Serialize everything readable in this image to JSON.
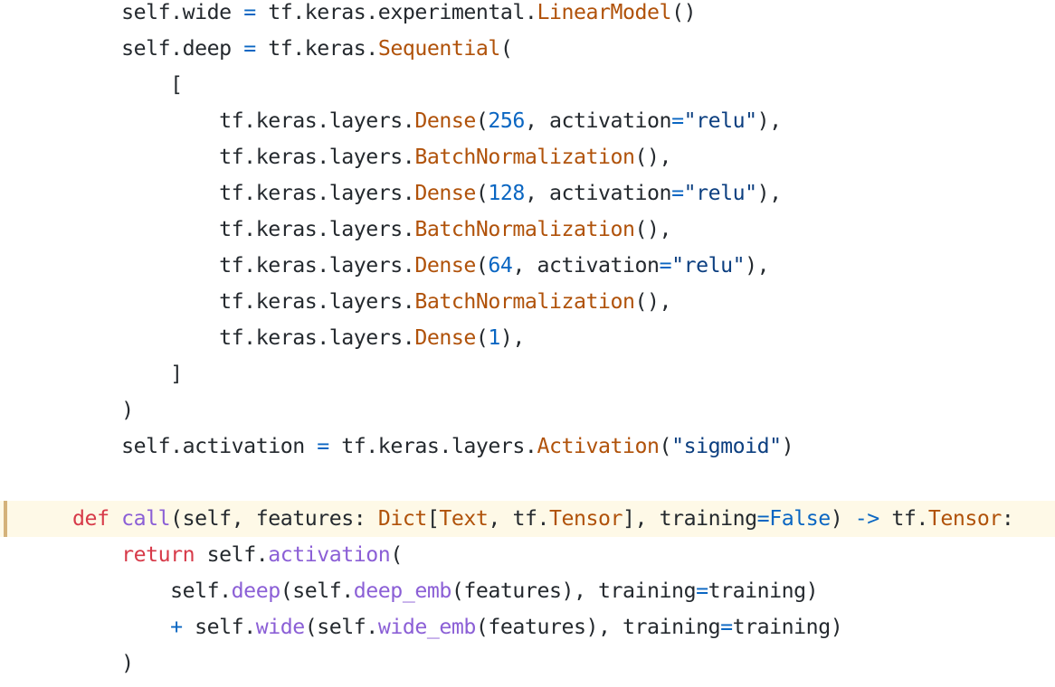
{
  "editor": {
    "highlighted_line": 14,
    "colors": {
      "plain": "#24292e",
      "keyword": "#d73a49",
      "function": "#8b5fd6",
      "class": "#b0520a",
      "operator": "#0a66c2",
      "number": "#0a66c2",
      "string": "#0c3f80",
      "highlight_bg": "#fef9e7",
      "highlight_bar": "#d4b27a"
    },
    "lines": [
      [
        {
          "t": "plain",
          "v": "        self.wide "
        },
        {
          "t": "op",
          "v": "="
        },
        {
          "t": "plain",
          "v": " tf.keras.experimental."
        },
        {
          "t": "cls",
          "v": "LinearModel"
        },
        {
          "t": "plain",
          "v": "()"
        }
      ],
      [
        {
          "t": "plain",
          "v": "        self.deep "
        },
        {
          "t": "op",
          "v": "="
        },
        {
          "t": "plain",
          "v": " tf.keras."
        },
        {
          "t": "cls",
          "v": "Sequential"
        },
        {
          "t": "plain",
          "v": "("
        }
      ],
      [
        {
          "t": "plain",
          "v": "            ["
        }
      ],
      [
        {
          "t": "plain",
          "v": "                tf.keras.layers."
        },
        {
          "t": "cls",
          "v": "Dense"
        },
        {
          "t": "plain",
          "v": "("
        },
        {
          "t": "num",
          "v": "256"
        },
        {
          "t": "plain",
          "v": ", activation"
        },
        {
          "t": "op",
          "v": "="
        },
        {
          "t": "str",
          "v": "\"relu\""
        },
        {
          "t": "plain",
          "v": "),"
        }
      ],
      [
        {
          "t": "plain",
          "v": "                tf.keras.layers."
        },
        {
          "t": "cls",
          "v": "BatchNormalization"
        },
        {
          "t": "plain",
          "v": "(),"
        }
      ],
      [
        {
          "t": "plain",
          "v": "                tf.keras.layers."
        },
        {
          "t": "cls",
          "v": "Dense"
        },
        {
          "t": "plain",
          "v": "("
        },
        {
          "t": "num",
          "v": "128"
        },
        {
          "t": "plain",
          "v": ", activation"
        },
        {
          "t": "op",
          "v": "="
        },
        {
          "t": "str",
          "v": "\"relu\""
        },
        {
          "t": "plain",
          "v": "),"
        }
      ],
      [
        {
          "t": "plain",
          "v": "                tf.keras.layers."
        },
        {
          "t": "cls",
          "v": "BatchNormalization"
        },
        {
          "t": "plain",
          "v": "(),"
        }
      ],
      [
        {
          "t": "plain",
          "v": "                tf.keras.layers."
        },
        {
          "t": "cls",
          "v": "Dense"
        },
        {
          "t": "plain",
          "v": "("
        },
        {
          "t": "num",
          "v": "64"
        },
        {
          "t": "plain",
          "v": ", activation"
        },
        {
          "t": "op",
          "v": "="
        },
        {
          "t": "str",
          "v": "\"relu\""
        },
        {
          "t": "plain",
          "v": "),"
        }
      ],
      [
        {
          "t": "plain",
          "v": "                tf.keras.layers."
        },
        {
          "t": "cls",
          "v": "BatchNormalization"
        },
        {
          "t": "plain",
          "v": "(),"
        }
      ],
      [
        {
          "t": "plain",
          "v": "                tf.keras.layers."
        },
        {
          "t": "cls",
          "v": "Dense"
        },
        {
          "t": "plain",
          "v": "("
        },
        {
          "t": "num",
          "v": "1"
        },
        {
          "t": "plain",
          "v": "),"
        }
      ],
      [
        {
          "t": "plain",
          "v": "            ]"
        }
      ],
      [
        {
          "t": "plain",
          "v": "        )"
        }
      ],
      [
        {
          "t": "plain",
          "v": "        self.activation "
        },
        {
          "t": "op",
          "v": "="
        },
        {
          "t": "plain",
          "v": " tf.keras.layers."
        },
        {
          "t": "cls",
          "v": "Activation"
        },
        {
          "t": "plain",
          "v": "("
        },
        {
          "t": "str",
          "v": "\"sigmoid\""
        },
        {
          "t": "plain",
          "v": ")"
        }
      ],
      [
        {
          "t": "plain",
          "v": ""
        }
      ],
      [
        {
          "t": "plain",
          "v": "    "
        },
        {
          "t": "kw",
          "v": "def"
        },
        {
          "t": "plain",
          "v": " "
        },
        {
          "t": "fn",
          "v": "call"
        },
        {
          "t": "plain",
          "v": "(self, features: "
        },
        {
          "t": "cls",
          "v": "Dict"
        },
        {
          "t": "plain",
          "v": "["
        },
        {
          "t": "cls",
          "v": "Text"
        },
        {
          "t": "plain",
          "v": ", tf."
        },
        {
          "t": "cls",
          "v": "Tensor"
        },
        {
          "t": "plain",
          "v": "], training"
        },
        {
          "t": "op",
          "v": "="
        },
        {
          "t": "const",
          "v": "False"
        },
        {
          "t": "plain",
          "v": ") "
        },
        {
          "t": "op",
          "v": "->"
        },
        {
          "t": "plain",
          "v": " tf."
        },
        {
          "t": "cls",
          "v": "Tensor"
        },
        {
          "t": "plain",
          "v": ":"
        }
      ],
      [
        {
          "t": "plain",
          "v": "        "
        },
        {
          "t": "kw",
          "v": "return"
        },
        {
          "t": "plain",
          "v": " self."
        },
        {
          "t": "fn",
          "v": "activation"
        },
        {
          "t": "plain",
          "v": "("
        }
      ],
      [
        {
          "t": "plain",
          "v": "            self."
        },
        {
          "t": "fn",
          "v": "deep"
        },
        {
          "t": "plain",
          "v": "(self."
        },
        {
          "t": "fn",
          "v": "deep_emb"
        },
        {
          "t": "plain",
          "v": "(features), training"
        },
        {
          "t": "op",
          "v": "="
        },
        {
          "t": "plain",
          "v": "training)"
        }
      ],
      [
        {
          "t": "plain",
          "v": "            "
        },
        {
          "t": "op",
          "v": "+"
        },
        {
          "t": "plain",
          "v": " self."
        },
        {
          "t": "fn",
          "v": "wide"
        },
        {
          "t": "plain",
          "v": "(self."
        },
        {
          "t": "fn",
          "v": "wide_emb"
        },
        {
          "t": "plain",
          "v": "(features), training"
        },
        {
          "t": "op",
          "v": "="
        },
        {
          "t": "plain",
          "v": "training)"
        }
      ],
      [
        {
          "t": "plain",
          "v": "        )"
        }
      ]
    ]
  }
}
